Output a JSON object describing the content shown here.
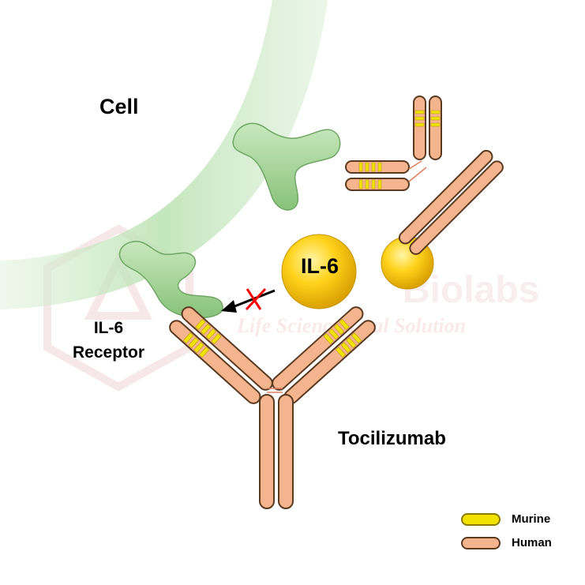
{
  "labels": {
    "cell": "Cell",
    "receptor_line1": "IL-6",
    "receptor_line2": "Receptor",
    "il6": "IL-6",
    "drug": "Tocilizumab"
  },
  "watermark": {
    "brand": "Biolabs",
    "tagline": "Life Science Total Solution"
  },
  "legend": {
    "murine": "Murine",
    "human": "Human"
  },
  "colors": {
    "membrane": "#b8e0b0",
    "receptor": "#9ccf8f",
    "il6": "#f5c400",
    "murine": "#f2e200",
    "human": "#f4b58e",
    "block_mark": "#ff0000"
  }
}
